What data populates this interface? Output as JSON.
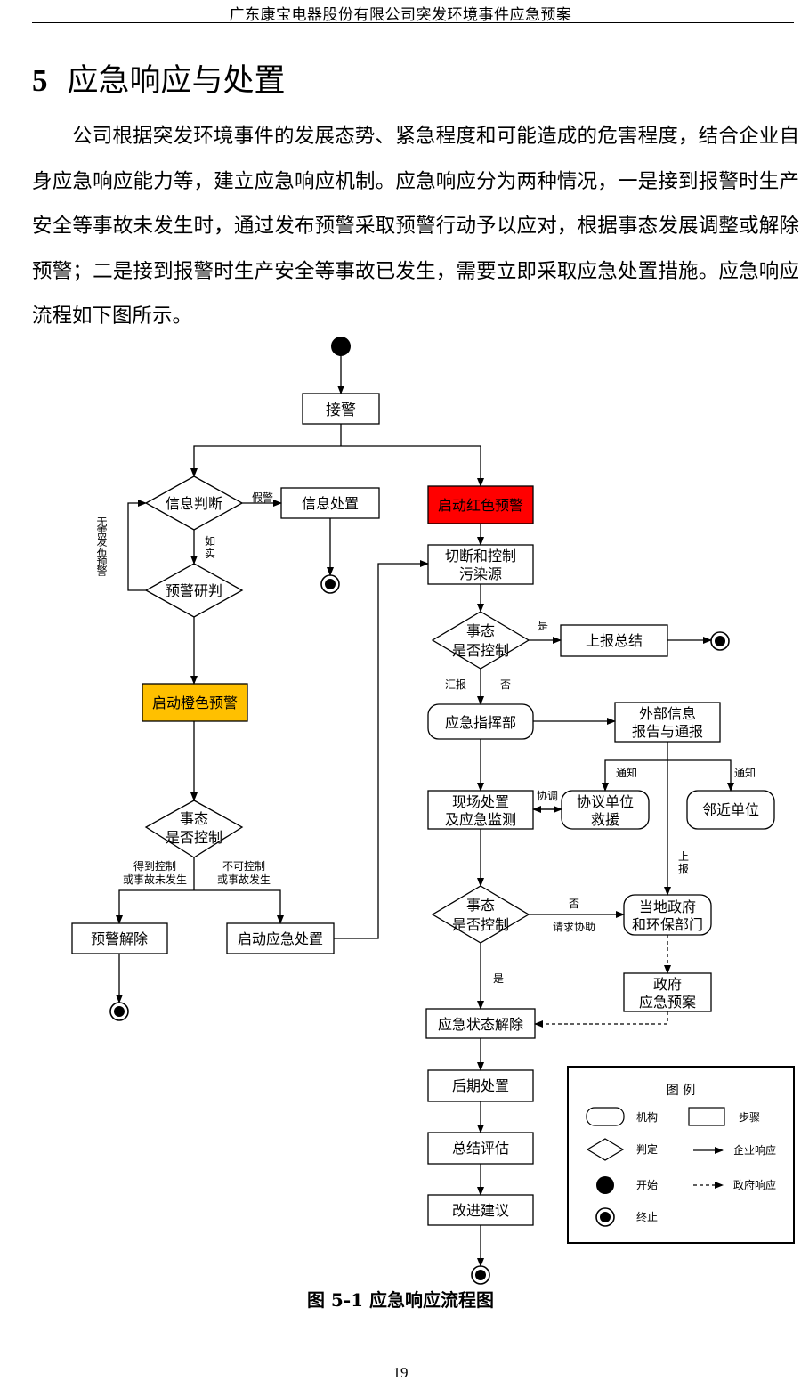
{
  "header": {
    "title": "广东康宝电器股份有限公司突发环境事件应急预案"
  },
  "section": {
    "number": "5",
    "title": "应急响应与处置"
  },
  "paragraph": "公司根据突发环境事件的发展态势、紧急程度和可能造成的危害程度，结合企业自身应急响应能力等，建立应急响应机制。应急响应分为两种情况，一是接到报警时生产安全等事故未发生时，通过发布预警采取预警行动予以应对，根据事态发展调整或解除预警；二是接到报警时生产安全等事故已发生，需要立即采取应急处置措施。应急响应流程如下图所示。",
  "flowchart": {
    "nodes": {
      "receive_alarm": "接警",
      "info_judge": "信息判断",
      "info_handle": "信息处置",
      "warning_judge": "预警研判",
      "orange_warning": "启动橙色预警",
      "red_warning": "启动红色预警",
      "cut_control_1": "切断和控制",
      "cut_control_2": "污染源",
      "decision_a_1": "事态",
      "decision_a_2": "是否控制",
      "report_summary": "上报总结",
      "command_dept": "应急指挥部",
      "external_1": "外部信息",
      "external_2": "报告与通报",
      "onsite_1": "现场处置",
      "onsite_2": "及应急监测",
      "agreement_1": "协议单位",
      "agreement_2": "救援",
      "neighbor": "邻近单位",
      "decision_b_1": "事态",
      "decision_b_2": "是否控制",
      "local_gov_1": "当地政府",
      "local_gov_2": "和环保部门",
      "gov_plan_1": "政府",
      "gov_plan_2": "应急预案",
      "decision_c_1": "事态",
      "decision_c_2": "是否控制",
      "release_warning": "预警解除",
      "start_response": "启动应急处置",
      "state_release": "应急状态解除",
      "aftermath": "后期处置",
      "evaluation": "总结评估",
      "suggestion": "改进建议"
    },
    "edge_labels": {
      "false_alarm": "假警",
      "no_need_publish": "无需发布预警",
      "true_1": "如",
      "true_2": "实",
      "yes_a": "是",
      "report_a": "汇报",
      "no_a": "否",
      "notify_1": "通知",
      "notify_2": "通知",
      "coordinate": "协调",
      "escalate_1": "上",
      "escalate_2": "报",
      "no_b": "否",
      "request_help": "请求协助",
      "yes_b": "是",
      "controlled_1": "得到控制",
      "controlled_2": "或事故未发生",
      "uncontrolled_1": "不可控制",
      "uncontrolled_2": "或事故发生"
    },
    "colors": {
      "red_warning": "#ff0000",
      "orange_warning": "#ffc000",
      "line": "#000000"
    },
    "legend": {
      "title": "图 例",
      "agency": "机构",
      "step": "步骤",
      "decision": "判定",
      "enterprise_response": "企业响应",
      "start": "开始",
      "gov_response": "政府响应",
      "end": "终止"
    }
  },
  "caption": "图 5-1  应急响应流程图",
  "page_number": "19"
}
